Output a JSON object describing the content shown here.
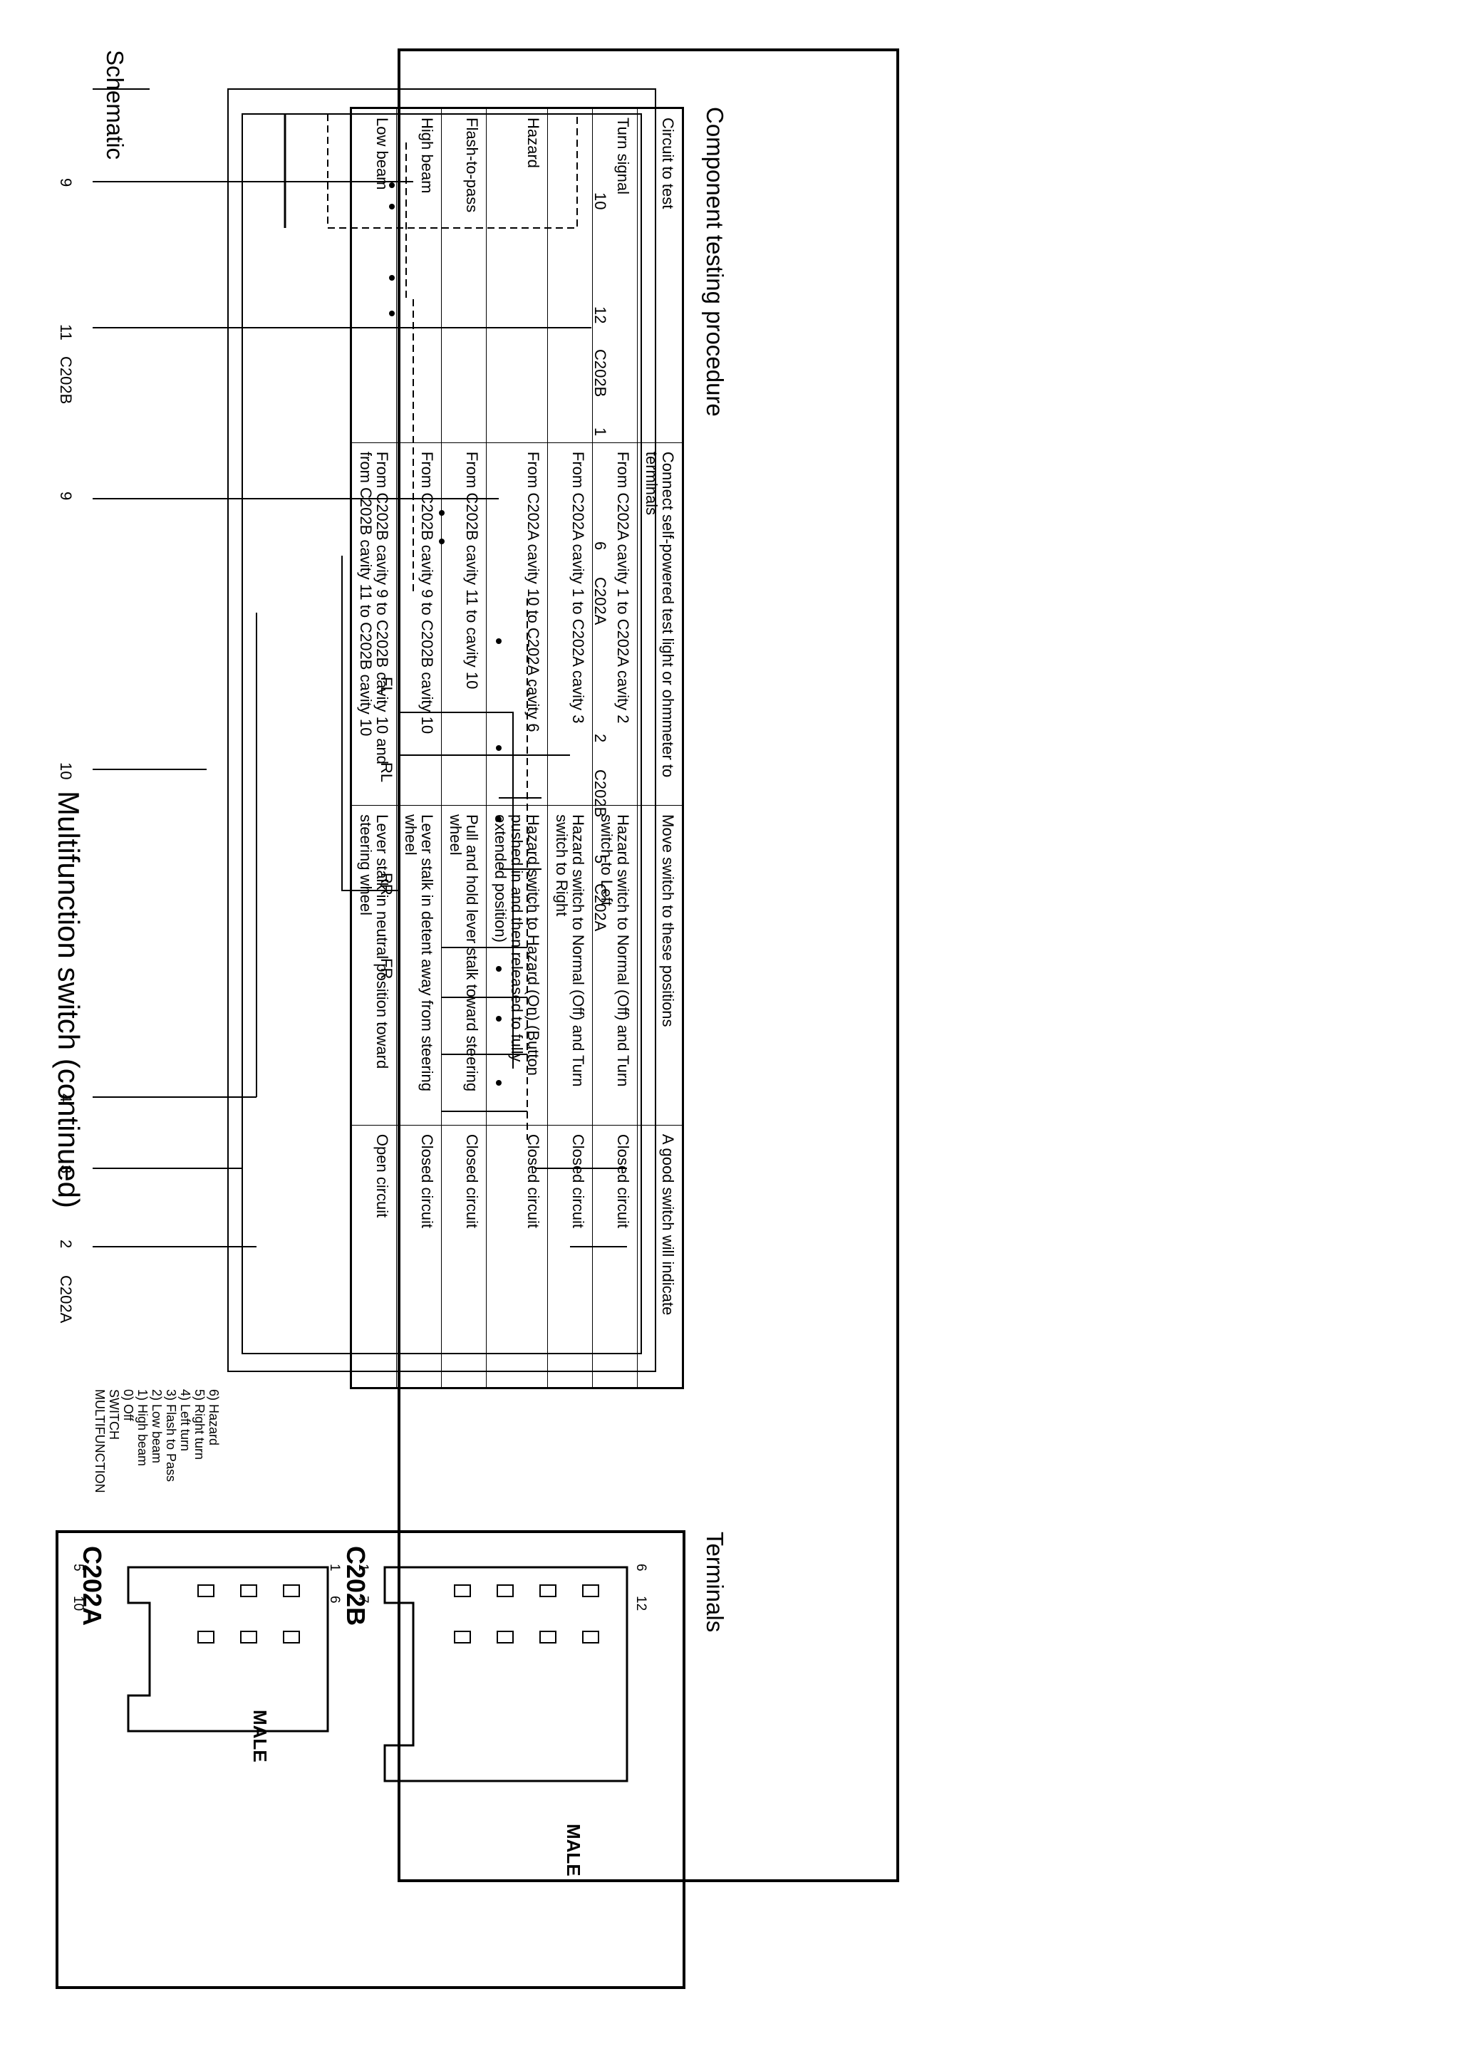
{
  "page": {
    "title": "Multifunction switch (continued)",
    "schematic_heading": "Schematic",
    "procedure_heading": "Component testing procedure",
    "terminals_heading": "Terminals"
  },
  "schematic": {
    "top_connectors": [
      {
        "pin": "9"
      },
      {
        "pin": "11",
        "connector": "C202B"
      },
      {
        "pin": "9"
      },
      {
        "pin": "10"
      },
      {
        "pin": "4"
      },
      {
        "pin": "3"
      },
      {
        "pin": "2",
        "connector": "C202A"
      }
    ],
    "bottom_connectors": [
      {
        "pin": "10"
      },
      {
        "pin": "12",
        "connector": "C202B"
      },
      {
        "pin": "1"
      },
      {
        "pin": "6",
        "connector": "C202A"
      },
      {
        "pin": "2",
        "connector": "C202B"
      },
      {
        "pin": "5",
        "connector": "C202A"
      }
    ],
    "switch_labels": [
      "FL",
      "RL",
      "RR",
      "FR"
    ],
    "legend": {
      "title_line1": "MULTIFUNCTION",
      "title_line2": "SWITCH",
      "items": [
        "0) Off",
        "1) High beam",
        "2) Low beam",
        "3) Flash to Pass",
        "4) Left turn",
        "5) Right turn",
        "6) Hazard"
      ]
    }
  },
  "procedure": {
    "headers": {
      "circuit": "Circuit to test",
      "connect": "Connect self-powered test light or ohmmeter to terminals",
      "move": "Move switch to these positions",
      "result": "A good switch will indicate"
    },
    "rows": [
      {
        "circuit": "Turn signal",
        "connect": "From C202A cavity 1 to C202A cavity 2",
        "move": "Hazard switch to Normal (Off) and Turn switch to Left",
        "result": "Closed circuit"
      },
      {
        "circuit": "",
        "connect": "From C202A cavity 1 to C202A cavity 3",
        "move": "Hazard switch to Normal (Off) and Turn switch to Right",
        "result": "Closed circuit"
      },
      {
        "circuit": "Hazard",
        "connect": "From C202A cavity 10 to C202A cavity 6",
        "move": "Hazard switch to Hazard (On) (Button pushed in and then released to fully extended position)",
        "result": "Closed circuit"
      },
      {
        "circuit": "Flash-to-pass",
        "connect": "From C202B cavity 11 to cavity 10",
        "move": "Pull and hold lever stalk toward steering wheel",
        "result": "Closed circuit"
      },
      {
        "circuit": "High beam",
        "connect": "From C202B cavity 9 to C202B cavity 10",
        "move": "Lever stalk in detent away from steering wheel",
        "result": "Closed circuit"
      },
      {
        "circuit": "Low beam",
        "connect": "From C202B cavity 9 to C202B cavity 10 and from C202B cavity 11 to C202B cavity 10",
        "move": "Lever stalk in neutral position toward steering wheel",
        "result": "Open circuit"
      }
    ]
  },
  "terminals": {
    "c202a": {
      "name": "C202A",
      "gender": "MALE",
      "pins": [
        "5",
        "10",
        "1",
        "6"
      ]
    },
    "c202b": {
      "name": "C202B",
      "gender": "MALE",
      "pins": [
        "1",
        "7",
        "6",
        "12"
      ]
    }
  }
}
